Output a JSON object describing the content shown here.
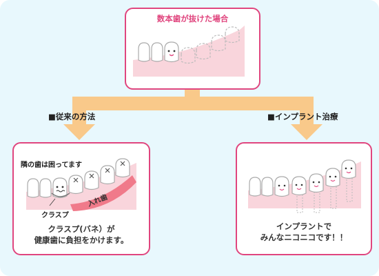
{
  "top_box": {
    "title": "数本歯が抜けた場合"
  },
  "left_method": {
    "label": "■従来の方法",
    "note": "隣の歯は困ってます",
    "clasp_label": "クラスプ",
    "denture_label": "入れ歯",
    "caption_line1": "クラスプ(バネ）が",
    "caption_line2": "健康歯に負担をかけます。"
  },
  "right_method": {
    "label": "■インプラント治療",
    "caption_line1": "インプラントで",
    "caption_line2": "みんなニコニコです！！"
  },
  "colors": {
    "frame": "#e0457e",
    "arrow": "#f9c98a",
    "gum": "#f9d5dc",
    "denture": "#f07a8a",
    "background": "#e8f8fd"
  }
}
